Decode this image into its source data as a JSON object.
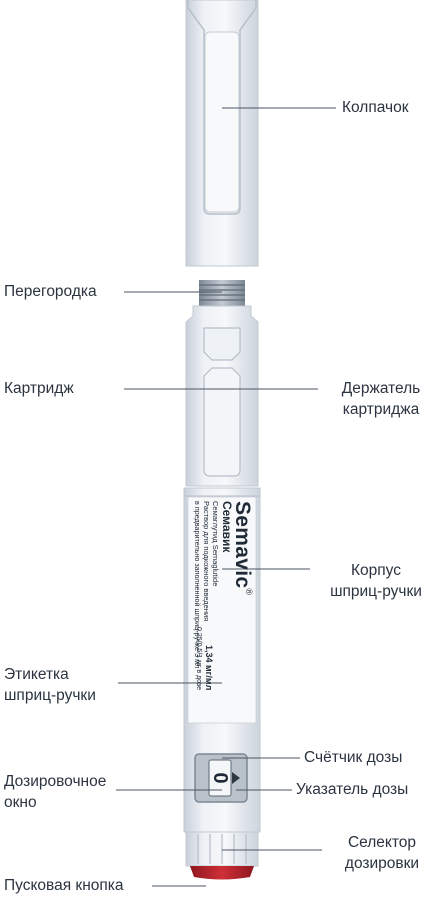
{
  "labels": {
    "cap": "Колпачок",
    "septum": "Перегородка",
    "cartridge": "Картридж",
    "cartridge_holder_1": "Держатель",
    "cartridge_holder_2": "картриджа",
    "pen_body_1": "Корпус",
    "pen_body_2": "шприц-ручки",
    "pen_label_1": "Этикетка",
    "pen_label_2": "шприц-ручки",
    "dose_counter": "Счётчик дозы",
    "dose_window_1": "Дозировочное",
    "dose_window_2": "окно",
    "dose_pointer": "Указатель дозы",
    "dose_selector_1": "Селектор",
    "dose_selector_2": "дозировки",
    "push_button": "Пусковая кнопка"
  },
  "pen_label": {
    "brand_latin": "Semavic",
    "brand_registered": "®",
    "brand_cyrillic": "Семавик",
    "inn": "Семаглутид Semaglutide",
    "form": "Раствор для подкожного введения",
    "package": "в предварительно заполненной шприц-ручке 3 мл",
    "concentration": "1,34 мг/мл",
    "dose": "0,25/0,5/1 мг в дозе"
  },
  "dose_display": "0",
  "colors": {
    "pen_body": "#e4e8ee",
    "pen_shadow": "#c7ced8",
    "line": "#4a5562",
    "text": "#2b3440",
    "push_button": "#b4202a"
  }
}
